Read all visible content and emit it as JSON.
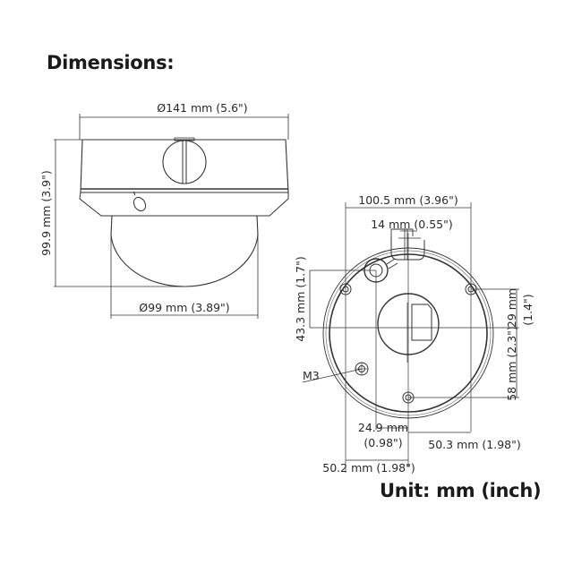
{
  "title": "Dimensions:",
  "unit_label": "Unit: mm (inch)",
  "side_view": {
    "top_width": "Ø141 mm (5.6\")",
    "height": "99.9 mm (3.9\")",
    "dome_width": "Ø99 mm (3.89\")"
  },
  "bottom_view": {
    "overall_width": "100.5 mm (3.96\")",
    "slot_width": "14 mm (0.55\")",
    "upper_offset": "43.3 mm (1.7\")",
    "right_upper_a": "29 mm",
    "right_upper_b": "(1.4\")",
    "right_lower": "58 mm (2.3\")",
    "screw_label": "M3",
    "left_offset_a": "24.9 mm",
    "left_offset_b": "(0.98\")",
    "right_offset": "50.3 mm (1.98\")",
    "left_total": "50.2 mm (1.98\")"
  },
  "colors": {
    "line": "#333333",
    "text": "#2a2a2a",
    "heading": "#1a1a1a"
  }
}
